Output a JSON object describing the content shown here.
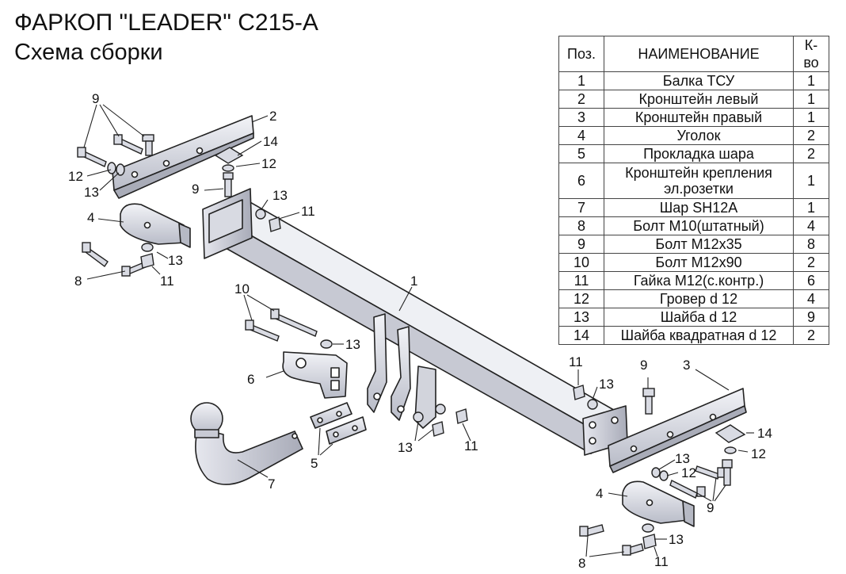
{
  "title": "ФАРКОП \"LEADER\" С215-А",
  "subtitle": "Схема сборки",
  "table": {
    "headers": {
      "pos": "Поз.",
      "name": "НАИМЕНОВАНИЕ",
      "qty": "К-во"
    },
    "rows": [
      {
        "pos": "1",
        "name": "Балка ТСУ",
        "qty": "1"
      },
      {
        "pos": "2",
        "name": "Кронштейн левый",
        "qty": "1"
      },
      {
        "pos": "3",
        "name": "Кронштейн правый",
        "qty": "1"
      },
      {
        "pos": "4",
        "name": "Уголок",
        "qty": "2"
      },
      {
        "pos": "5",
        "name": "Прокладка шара",
        "qty": "2"
      },
      {
        "pos": "6",
        "name": "Кронштейн крепления эл.розетки",
        "qty": "1"
      },
      {
        "pos": "7",
        "name": "Шар SH12A",
        "qty": "1"
      },
      {
        "pos": "8",
        "name": "Болт М10(штатный)",
        "qty": "4"
      },
      {
        "pos": "9",
        "name": "Болт М12х35",
        "qty": "8"
      },
      {
        "pos": "10",
        "name": "Болт М12х90",
        "qty": "2"
      },
      {
        "pos": "11",
        "name": "Гайка М12(с.контр.)",
        "qty": "6"
      },
      {
        "pos": "12",
        "name": "Гровер d 12",
        "qty": "4"
      },
      {
        "pos": "13",
        "name": "Шайба d 12",
        "qty": "9"
      },
      {
        "pos": "14",
        "name": "Шайба квадратная d 12",
        "qty": "2"
      }
    ]
  },
  "callouts": {
    "c1": "1",
    "c2": "2",
    "c3": "3",
    "c4": "4",
    "c5": "5",
    "c6": "6",
    "c7": "7",
    "c8": "8",
    "c9": "9",
    "c10": "10",
    "c11": "11",
    "c12": "12",
    "c13": "13",
    "c14": "14"
  }
}
